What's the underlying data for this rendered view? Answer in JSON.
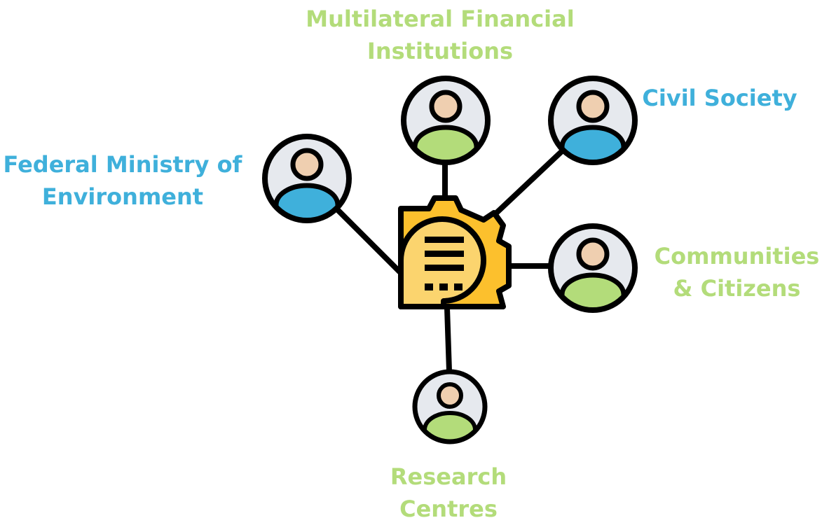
{
  "stakeholders": {
    "mfi": {
      "line1": "Multilateral Financial",
      "line2": "Institutions"
    },
    "civil": {
      "line1": "Civil Society"
    },
    "fme": {
      "line1": "Federal Ministry of",
      "line2": "Environment"
    },
    "communities": {
      "line1": "Communities",
      "line2": "& Citizens"
    },
    "research": {
      "line1": "Research",
      "line2": "Centres"
    }
  },
  "colors": {
    "blue": "#3fb0db",
    "green": "#b3dc7a",
    "gear": "#fcc02d",
    "gear_inner": "#fbd46e",
    "skin": "#efcfb0",
    "circle_bg": "#e6e9ee",
    "outline": "#000000"
  }
}
